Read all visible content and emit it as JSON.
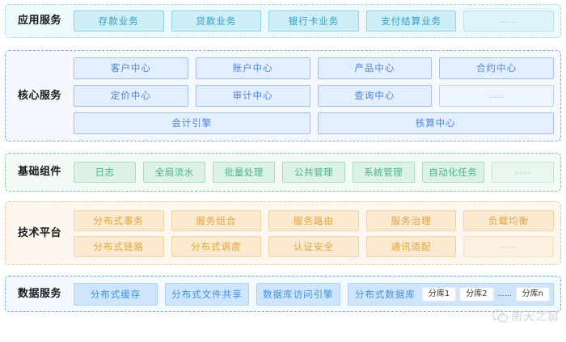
{
  "layers": [
    {
      "id": "app",
      "label": "应用服务",
      "accent": "#2e9fc4",
      "rows": [
        [
          {
            "text": "存款业务",
            "muted": false
          },
          {
            "text": "贷款业务",
            "muted": false
          },
          {
            "text": "银行卡业务",
            "muted": false
          },
          {
            "text": "支付结算业务",
            "muted": false
          },
          {
            "text": "……",
            "muted": true
          }
        ]
      ]
    },
    {
      "id": "core",
      "label": "核心服务",
      "accent": "#4b86e0",
      "rows": [
        [
          {
            "text": "客户中心",
            "muted": false
          },
          {
            "text": "账户中心",
            "muted": false
          },
          {
            "text": "产品中心",
            "muted": false
          },
          {
            "text": "合约中心",
            "muted": false
          }
        ],
        [
          {
            "text": "定价中心",
            "muted": false
          },
          {
            "text": "审计中心",
            "muted": false
          },
          {
            "text": "查询中心",
            "muted": false
          },
          {
            "text": "……",
            "muted": true
          }
        ],
        [
          {
            "text": "会计引擎",
            "muted": false
          },
          {
            "text": "核算中心",
            "muted": false
          }
        ]
      ]
    },
    {
      "id": "base",
      "label": "基础组件",
      "accent": "#45b585",
      "rows": [
        [
          {
            "text": "日志",
            "muted": false
          },
          {
            "text": "全局流水",
            "muted": false
          },
          {
            "text": "批量处理",
            "muted": false
          },
          {
            "text": "公共管理",
            "muted": false
          },
          {
            "text": "系统管理",
            "muted": false
          },
          {
            "text": "自动化任务",
            "muted": false
          },
          {
            "text": "……",
            "muted": true
          }
        ]
      ]
    },
    {
      "id": "tech",
      "label": "技术平台",
      "accent": "#e2a33f",
      "rows": [
        [
          {
            "text": "分布式事务",
            "muted": false
          },
          {
            "text": "服务组合",
            "muted": false
          },
          {
            "text": "服务路由",
            "muted": false
          },
          {
            "text": "服务治理",
            "muted": false
          },
          {
            "text": "负载均衡",
            "muted": false
          }
        ],
        [
          {
            "text": "分布式链路",
            "muted": false
          },
          {
            "text": "分布式调度",
            "muted": false
          },
          {
            "text": "认证安全",
            "muted": false
          },
          {
            "text": "通讯适配",
            "muted": false
          },
          {
            "text": "……",
            "muted": true
          }
        ]
      ]
    },
    {
      "id": "data",
      "label": "数据服务",
      "accent": "#3e92e8",
      "rows": [
        [
          {
            "text": "分布式缓存",
            "muted": false
          },
          {
            "text": "分布式文件共享",
            "muted": false
          },
          {
            "text": "数据库访问引擎",
            "muted": false
          }
        ]
      ],
      "db_group": {
        "label": "分布式数据库",
        "shards": [
          "分库1",
          "分库2"
        ],
        "dots": "……",
        "last_shard": "分库n"
      }
    }
  ],
  "watermark": {
    "text": "南天之窗",
    "icon": "wechat-icon"
  }
}
